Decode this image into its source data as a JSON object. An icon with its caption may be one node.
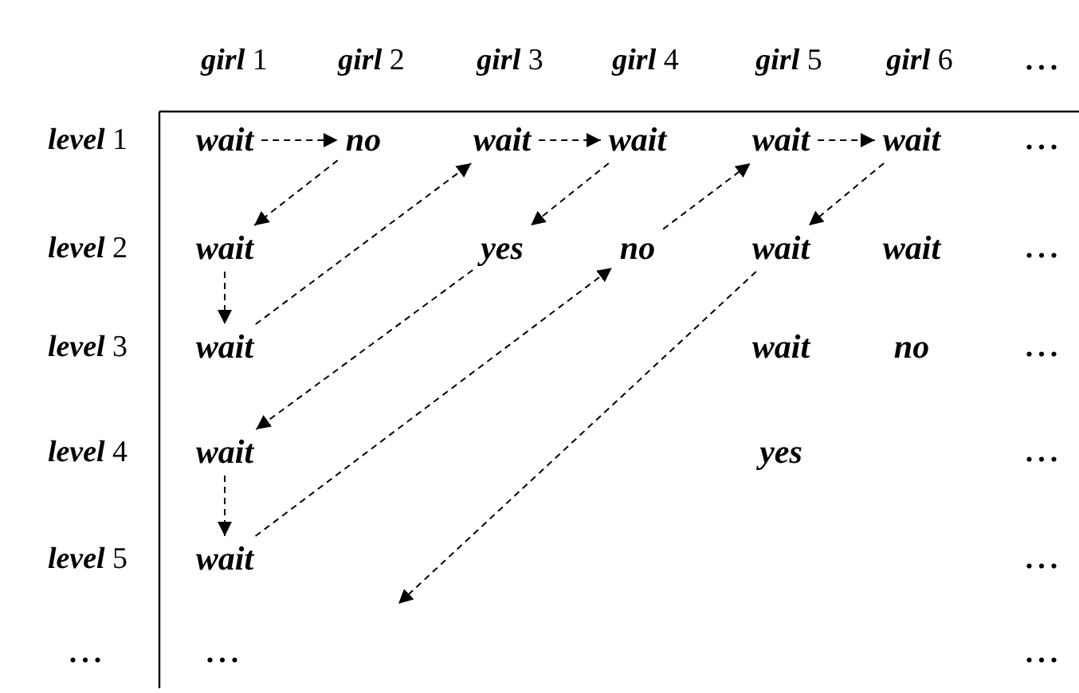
{
  "diagram": {
    "nodes": [
      {
        "text": [
          "wait"
        ]
      },
      {
        "text": [
          "no"
        ]
      },
      {
        "text": [
          "wait"
        ]
      },
      {
        "text": [
          "wait"
        ]
      },
      {
        "text": [
          "wait"
        ]
      },
      {
        "text": [
          "wait"
        ]
      },
      {
        "text": [
          "wait"
        ]
      },
      {
        "text": [
          "yes"
        ]
      },
      {
        "text": [
          "no"
        ]
      },
      {
        "text": [
          "wait"
        ]
      },
      {
        "text": [
          "wait"
        ]
      },
      {
        "text": [
          "wait"
        ]
      },
      {
        "text": [
          "wait"
        ]
      },
      {
        "text": [
          "no"
        ]
      },
      {
        "text": [
          "wait"
        ]
      },
      {
        "text": [
          "yes"
        ]
      },
      {
        "text": [
          "wait"
        ]
      }
    ],
    "edges": [
      {
        "from": 0,
        "to": 1,
        "arrow": "to",
        "style": "dashed"
      },
      {
        "from": 1,
        "to": 6,
        "arrow": "to",
        "style": "dashed"
      },
      {
        "from": 6,
        "to": 11,
        "arrow": "to",
        "style": "dashed"
      },
      {
        "from": 11,
        "to": 2,
        "arrow": "to",
        "style": "dashed"
      },
      {
        "from": 2,
        "to": 3,
        "arrow": "to",
        "style": "dashed"
      },
      {
        "from": 3,
        "to": 7,
        "arrow": "to",
        "style": "dashed"
      },
      {
        "from": 7,
        "to": 14,
        "arrow": "to",
        "style": "dashed"
      },
      {
        "from": 14,
        "to": 16,
        "arrow": "to",
        "style": "dashed"
      },
      {
        "from": 16,
        "to": 8,
        "arrow": "to",
        "style": "dashed"
      },
      {
        "from": 8,
        "to": 4,
        "arrow": "to",
        "style": "dashed"
      },
      {
        "from": 4,
        "to": 5,
        "arrow": "to",
        "style": "dashed"
      },
      {
        "from": 5,
        "to": 9,
        "arrow": "to",
        "style": "dashed"
      },
      {
        "from": 9,
        "to": null,
        "arrow": "to",
        "style": "dashed"
      }
    ],
    "labels": [
      "**girl** 1",
      "**girl** 2",
      "**girl** 3",
      "**girl** 4",
      "**girl** 5",
      "**girl** 6",
      "...",
      "**level** 1",
      "...",
      "**level** 2",
      "...",
      "**level** 3",
      "...",
      "**level** 4",
      "...",
      "**level** 5",
      "...",
      "...",
      "...",
      "..."
    ]
  }
}
